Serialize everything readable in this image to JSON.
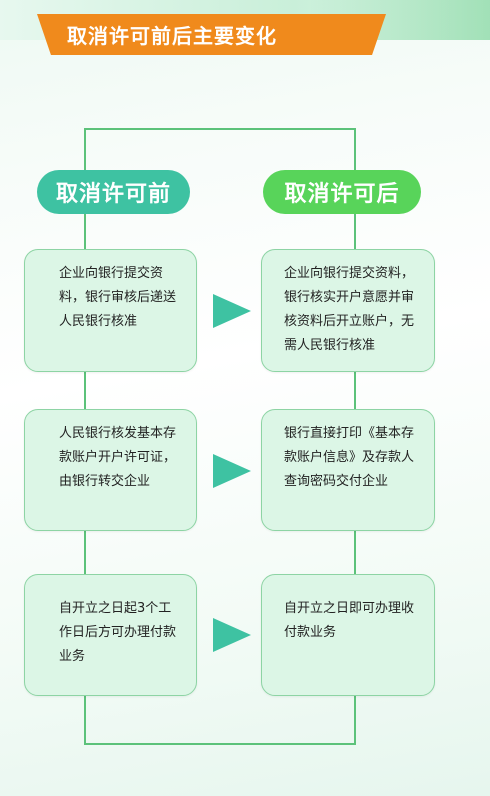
{
  "title": "取消许可前后主要变化",
  "columns": {
    "before_label": "取消许可前",
    "after_label": "取消许可后"
  },
  "rows": [
    {
      "before": "企业向银行提交资料，银行审核后递送人民银行核准",
      "after": "企业向银行提交资料，银行核实开户意愿并审核资料后开立账户，无需人民银行核准"
    },
    {
      "before": "人民银行核发基本存款账户开户许可证，由银行转交企业",
      "after": "银行直接打印《基本存款账户信息》及存款人查询密码交付企业"
    },
    {
      "before": "自开立之日起3个工作日后方可办理付款业务",
      "after": "自开立之日即可办理收付款业务"
    }
  ],
  "colors": {
    "banner": "#f08a1c",
    "before_pill": "#3ec2a2",
    "after_pill": "#58d45a",
    "card_fill": "#dcf6e6",
    "arrow": "#3ec2a2",
    "frame": "#5cc27a"
  }
}
